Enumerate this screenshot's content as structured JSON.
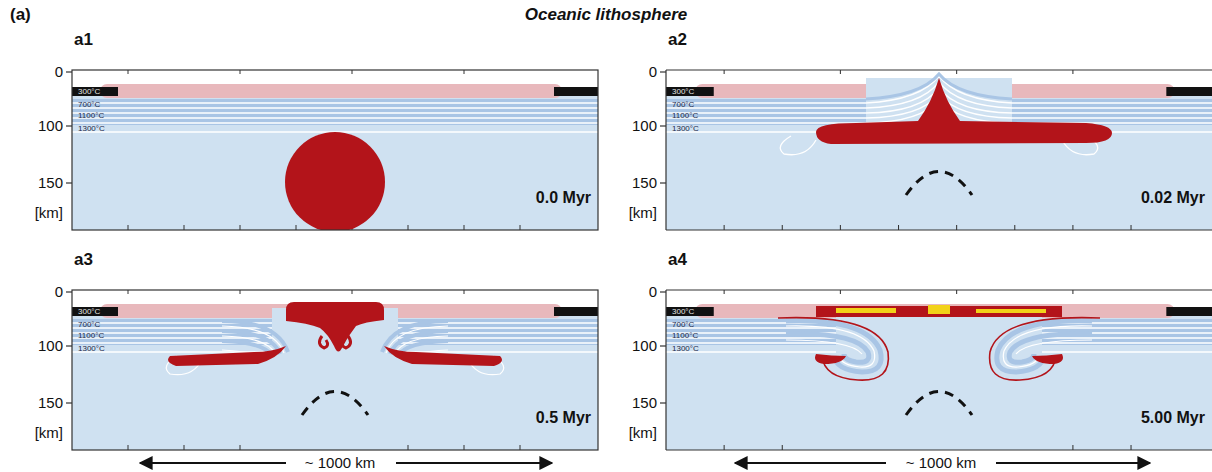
{
  "diagram": {
    "title": "Oceanic lithosphere",
    "labels": [
      "(a)",
      "a1",
      "0",
      "100",
      "150",
      "[km]",
      "300°C",
      "700°C",
      "1100°C",
      "1300°C",
      "0.0 Myr",
      "a2",
      "0",
      "100",
      "150",
      "[km]",
      "300°C",
      "700°C",
      "1100°C",
      "1300°C",
      "0.02 Myr",
      "a3",
      "0",
      "100",
      "150",
      "[km]",
      "300°C",
      "700°C",
      "1100°C",
      "1300°C",
      "0.5 Myr",
      "a4",
      "0",
      "100",
      "150",
      "[km]",
      "300°C",
      "700°C",
      "1100°C",
      "1300°C",
      "5.00 Myr",
      "~ 1000 km",
      "~ 1000 km"
    ]
  }
}
